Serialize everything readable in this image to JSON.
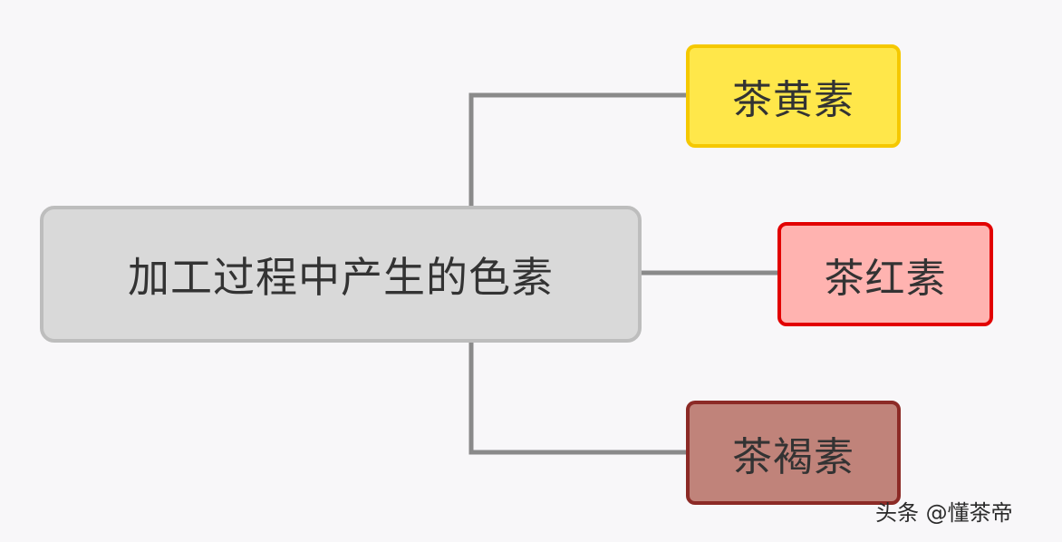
{
  "diagram": {
    "root": {
      "label": "加工过程中产生的色素"
    },
    "children": [
      {
        "label": "茶黄素"
      },
      {
        "label": "茶红素"
      },
      {
        "label": "茶褐素"
      }
    ]
  },
  "colors": {
    "connector": "#8a8a8a",
    "root_fill": "#d9d9d9",
    "root_border": "#bdbdbd",
    "child_1_fill": "#ffe74a",
    "child_1_border": "#f5c800",
    "child_2_fill": "#ffb3b0",
    "child_2_border": "#e20000",
    "child_3_fill": "#c0837a",
    "child_3_border": "#8c2a26"
  },
  "watermark": {
    "text": "头条 @懂茶帝"
  }
}
